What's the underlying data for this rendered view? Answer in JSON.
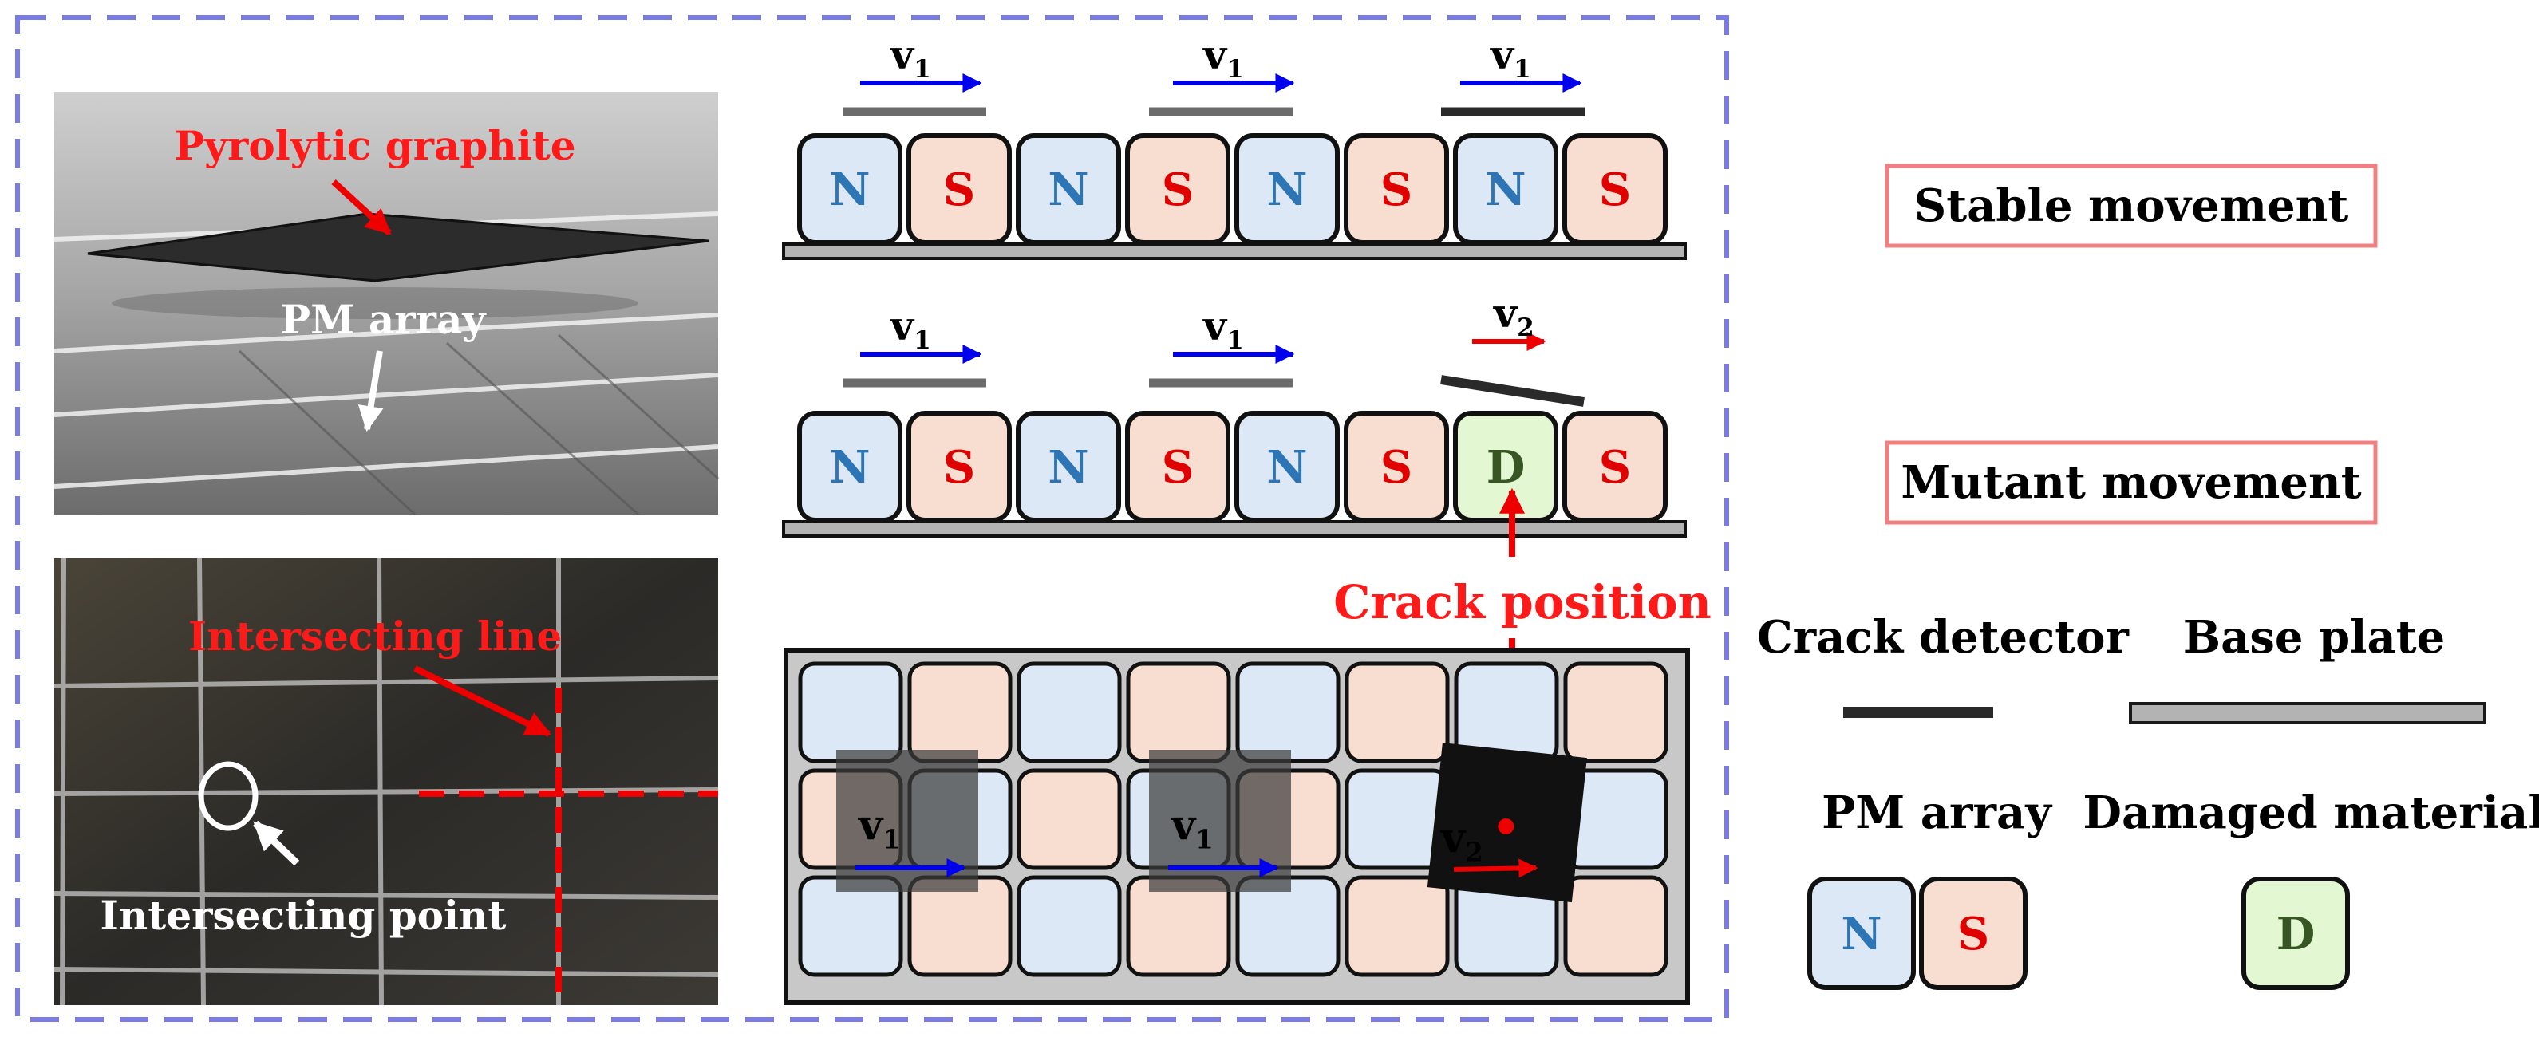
{
  "photo_top": {
    "label_graphite": "Pyrolytic graphite",
    "label_pm_array": "PM array"
  },
  "photo_bottom": {
    "label_line": "Intersecting line",
    "label_point": "Intersecting point"
  },
  "magnet_labels": {
    "north": "N",
    "south": "S",
    "damaged": "D"
  },
  "rows": {
    "stable": {
      "cells": [
        "N",
        "S",
        "N",
        "S",
        "N",
        "S",
        "N",
        "S"
      ],
      "velocity_labels": [
        "v",
        "v",
        "v"
      ],
      "velocity_subs": [
        "1",
        "1",
        "1"
      ]
    },
    "mutant": {
      "cells": [
        "N",
        "S",
        "N",
        "S",
        "N",
        "S",
        "D",
        "S"
      ],
      "velocity_labels": [
        "v",
        "v",
        "v"
      ],
      "velocity_subs": [
        "1",
        "1",
        "2"
      ]
    }
  },
  "grid_view": {
    "velocity_labels": [
      "v",
      "v",
      "v"
    ],
    "velocity_subs": [
      "1",
      "1",
      "2"
    ]
  },
  "crack_position_label": "Crack position",
  "legend": {
    "stable": "Stable movement",
    "mutant": "Mutant movement",
    "crack_detector": "Crack detector",
    "base_plate": "Base plate",
    "pm_array": "PM array",
    "damaged_material": "Damaged material"
  },
  "colors": {
    "north_fill": "#dce8f5",
    "south_fill": "#f8ded0",
    "damaged_fill": "#e3f7d2",
    "north_text": "#2e75b6",
    "south_text": "#e00000",
    "damaged_text": "#375623",
    "dashed_border": "#7b7be8",
    "legend_box_border": "#f08080",
    "arrow_blue": "#0000ee",
    "arrow_red": "#ee0000"
  }
}
